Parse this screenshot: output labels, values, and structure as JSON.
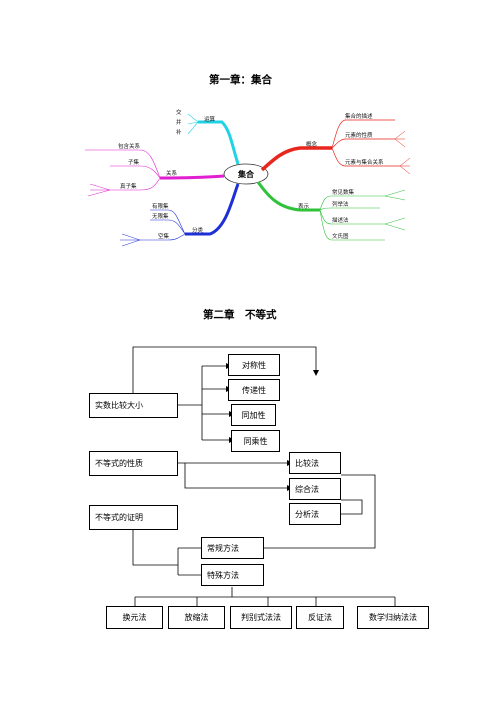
{
  "chapter1": {
    "title": "第一章：集合",
    "mindmap": {
      "center": "集合",
      "branches": {
        "operation": {
          "label": "运算",
          "items": [
            "交",
            "并",
            "补"
          ]
        },
        "concept": {
          "label": "概念",
          "items": [
            "集合的描述",
            "元素的性质",
            "元素与集合关系"
          ]
        },
        "representation": {
          "label": "表示",
          "items": [
            "常见数集",
            "列举法",
            "描述法",
            "文氏图"
          ]
        },
        "classification": {
          "label": "分类",
          "items": [
            "有限集",
            "无限集",
            "空集"
          ]
        },
        "relation": {
          "label": "关系",
          "items": [
            "包含关系",
            "子集",
            "真子集"
          ]
        }
      }
    }
  },
  "chapter2": {
    "title": "第二章　不等式",
    "flowchart": {
      "left_boxes": [
        "实数比较大小",
        "不等式的性质",
        "不等式的证明"
      ],
      "properties": [
        "对称性",
        "传递性",
        "同加性",
        "同乘性"
      ],
      "proof_methods": [
        "比较法",
        "综合法",
        "分析法"
      ],
      "method_types": [
        "常规方法",
        "特殊方法"
      ],
      "special_methods": [
        "换元法",
        "放缩法",
        "判别式法法",
        "反证法",
        "数学归纳法法"
      ]
    }
  }
}
